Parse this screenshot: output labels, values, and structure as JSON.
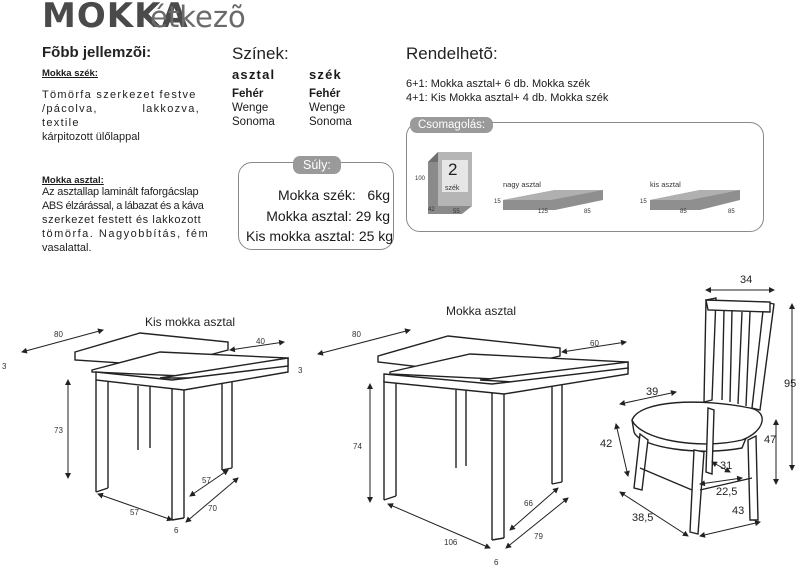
{
  "header": {
    "brand": "MOKKA",
    "subtitle": "étkezõ"
  },
  "features": {
    "title": "Fõbb jellemzõi:",
    "chair_label": "Mokka szék:",
    "chair_text": [
      "Tömörfa szerkezet festve",
      "/pácolva, lakkozva, textile",
      "kárpitozott ülőlappal"
    ],
    "table_label": "Mokka asztal:",
    "table_text": [
      "Az asztallap laminált faforgácslap",
      "ABS élzárással, a lábazat és a káva",
      "szerkezet festett és lakkozott",
      "tömörfa. Nagyobbítás, fém",
      "vasalattal."
    ]
  },
  "colors": {
    "title": "Színek:",
    "table_head": "asztal",
    "chair_head": "szék",
    "table_values": [
      "Fehér",
      "Wenge",
      "Sonoma"
    ],
    "chair_values": [
      "Fehér",
      "Wenge",
      "Sonoma"
    ]
  },
  "order": {
    "title": "Rendelhetõ:",
    "lines": [
      "6+1: Mokka asztal+ 6 db. Mokka szék",
      "4+1: Kis Mokka asztal+ 4 db. Mokka szék"
    ]
  },
  "packaging": {
    "badge": "Csomagolás:",
    "chair_box": {
      "count": "2",
      "unit": "szék",
      "h": "100",
      "w": "42",
      "d": "55"
    },
    "big_table": {
      "label": "nagy asztal",
      "h": "15",
      "l": "125",
      "w": "85"
    },
    "small_table": {
      "label": "kis asztal",
      "h": "15",
      "l": "85",
      "w": "85"
    }
  },
  "weight": {
    "badge": "Súly:",
    "lines": [
      "Mokka szék:   6kg",
      "Mokka asztal: 29 kg",
      "Kis mokka asztal: 25 kg"
    ]
  },
  "drawings": {
    "small_table": {
      "title": "Kis mokka asztal",
      "d80": "80",
      "d40": "40",
      "d3": "3",
      "d73": "73",
      "d57a": "57",
      "d57b": "57",
      "d70": "70",
      "d6": "6"
    },
    "big_table": {
      "title": "Mokka asztal",
      "d80": "80",
      "d60": "60",
      "d3": "3",
      "d74": "74",
      "d106": "106",
      "d66": "66",
      "d79": "79",
      "d6": "6"
    },
    "chair": {
      "d34": "34",
      "d95": "95",
      "d39": "39",
      "d42": "42",
      "d47": "47",
      "d31": "31",
      "d22_5": "22,5",
      "d38_5": "38,5",
      "d43": "43"
    }
  }
}
